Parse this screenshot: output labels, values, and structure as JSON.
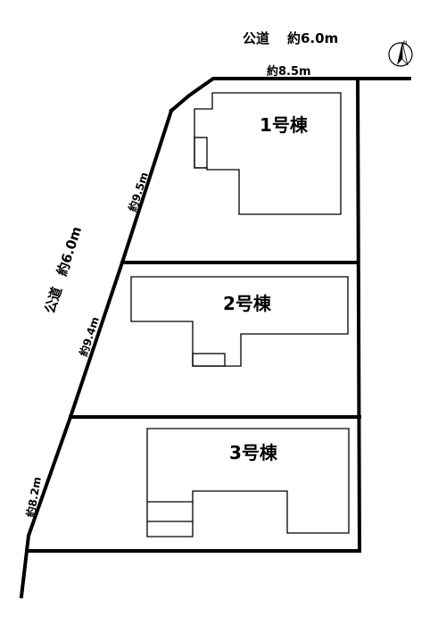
{
  "roads": {
    "north": {
      "label": "公道",
      "width": "約6.0m"
    },
    "west": {
      "label": "公道",
      "width": "約6.0m"
    }
  },
  "frontages": {
    "north": "約8.5m",
    "west_lot1": "約9.5m",
    "west_lot2": "約9.4m",
    "west_lot3": "約8.2m"
  },
  "buildings": [
    {
      "id": "lot-1",
      "label": "1号棟"
    },
    {
      "id": "lot-2",
      "label": "2号棟"
    },
    {
      "id": "lot-3",
      "label": "3号棟"
    }
  ],
  "compass": {
    "north_symbol": "N"
  },
  "colors": {
    "line": "#000000",
    "background": "#ffffff"
  }
}
